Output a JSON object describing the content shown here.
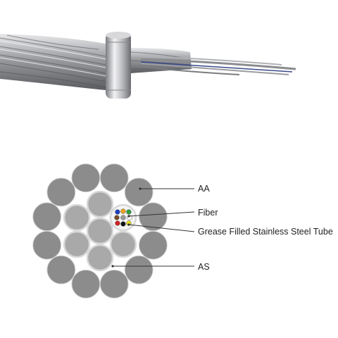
{
  "labels": {
    "aa": "AA",
    "fiber": "Fiber",
    "tube": "Grease Filled Stainless Steel Tube",
    "as": "AS"
  },
  "colors": {
    "aa_wire": "#8c8c8c",
    "as_wire": "#a9a9a9",
    "wire_outline": "#d8d8d8",
    "tube_fill": "#f4f4f4",
    "leader_line": "#333333",
    "fiber_colors": [
      "#1e3fbf",
      "#f0a020",
      "#2e9e3a",
      "#7a4a26",
      "#9a9a9a",
      "#ffffff",
      "#d42020",
      "#111111",
      "#e8e020",
      "#7d3fb0",
      "#e86aa0",
      "#30c0c0"
    ]
  },
  "icons": {
    "photo": "opgw-cable-photo"
  }
}
